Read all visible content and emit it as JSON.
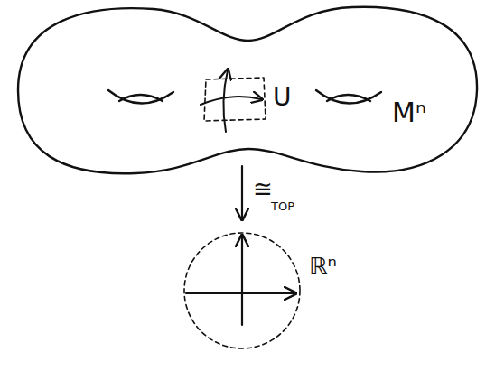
{
  "diagram": {
    "labels": [
      "U",
      "Mⁿ",
      "≅",
      "TOP",
      "ℝⁿ"
    ]
  }
}
